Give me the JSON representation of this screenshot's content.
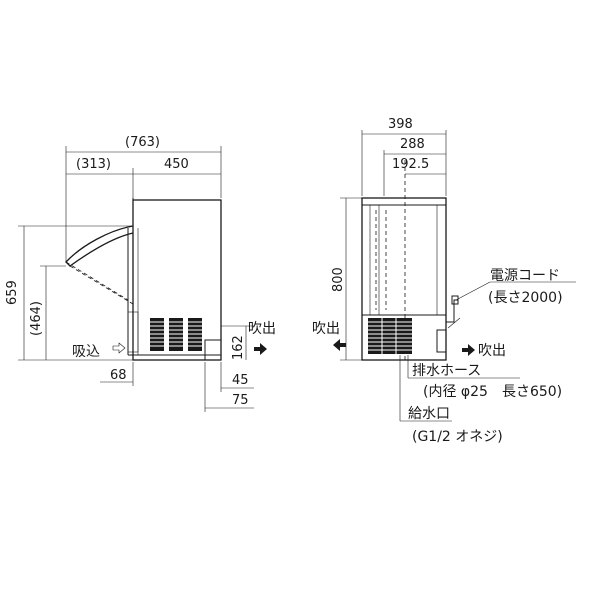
{
  "side_view": {
    "dim_total_depth": "(763)",
    "dim_door_depth": "(313)",
    "dim_body_depth": "450",
    "dim_total_height": "659",
    "dim_door_height": "(464)",
    "dim_exhaust_height": "162",
    "dim_front_offset": "68",
    "dim_rear_45": "45",
    "dim_rear_75": "75",
    "label_intake": "吸込",
    "label_exhaust": "吹出"
  },
  "back_view": {
    "dim_width": "398",
    "dim_288": "288",
    "dim_192_5": "192.5",
    "dim_height": "800",
    "label_exhaust_left": "吹出",
    "label_exhaust_right": "吹出",
    "power_cord_label": "電源コード",
    "power_cord_spec": "(長さ2000)",
    "drain_hose_label": "排水ホース",
    "drain_hose_spec": "(内径 φ25　長さ650)",
    "water_inlet_label": "給水口",
    "water_inlet_spec": "(G1/2 オネジ)"
  },
  "colors": {
    "line": "#1a1a1a",
    "background": "#ffffff"
  }
}
